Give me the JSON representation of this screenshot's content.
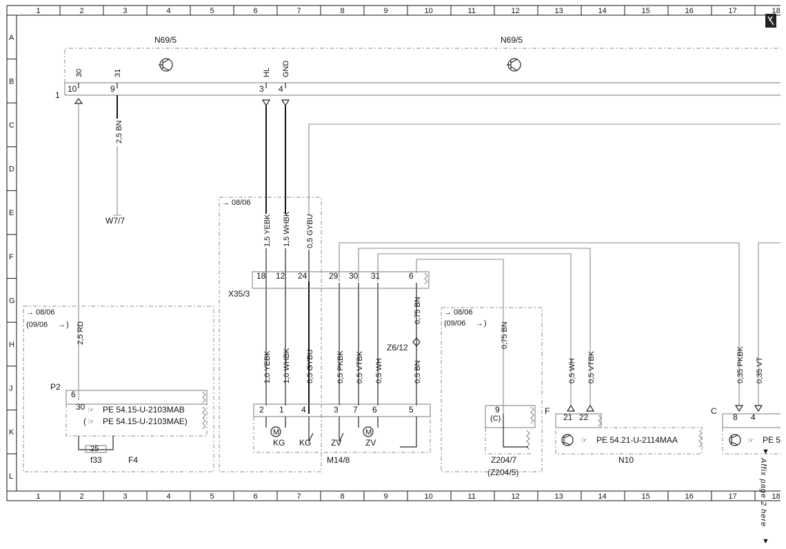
{
  "grid": {
    "columns": [
      "1",
      "2",
      "3",
      "4",
      "5",
      "6",
      "7",
      "8",
      "9",
      "10",
      "11",
      "12",
      "13",
      "14",
      "15",
      "16",
      "17",
      "18"
    ],
    "rows": [
      "A",
      "B",
      "C",
      "D",
      "E",
      "F",
      "G",
      "H",
      "J",
      "K",
      "L"
    ]
  },
  "components": {
    "n69_left": "N69/5",
    "n69_right": "N69/5",
    "line_label": "1",
    "w77": "W7/7",
    "x353": "X35/3",
    "m148": "M14/8",
    "z204": "Z204/7",
    "z204_paren": "(Z204/5)",
    "z612": "Z6/12",
    "n10": "N10",
    "f33": "f33",
    "f33_rating": "25",
    "f4": "F4",
    "p2": "P2",
    "f_label": "F",
    "c_label": "C",
    "kg1": "KG",
    "kg2": "KG",
    "zv1": "ZV",
    "zv2": "ZV",
    "motor_m1": "M",
    "motor_m2": "M",
    "z204_c": "(C)"
  },
  "pins": {
    "n69": {
      "p30": "30",
      "p31": "31",
      "hl": "HL",
      "gnd": "GND",
      "p10": "10",
      "p9": "9",
      "p3": "3",
      "p4": "4"
    },
    "x353": [
      "18",
      "12",
      "24",
      "29",
      "30",
      "31",
      "6"
    ],
    "m148": [
      "2",
      "1",
      "4",
      "3",
      "7",
      "6",
      "5"
    ],
    "p2_pin": "6",
    "p2_pin_b": "30",
    "z204_pin": "9",
    "n10_pins": [
      "21",
      "22"
    ],
    "c_pins": [
      "8",
      "4"
    ]
  },
  "wires": {
    "w_25bn": "2,5 BN",
    "w_25rd": "2,5 RD",
    "w_15yebk": "1,5 YEBK",
    "w_15whbk": "1,5 WHBK",
    "w_05gybu_top": "0,5 GYBU",
    "w_10yebk": "1,0 YEBK",
    "w_10whbk": "1,0 WHBK",
    "w_05gybu_bot": "0,5 GYBU",
    "w_05pkbk": "0,5 PKBK",
    "w_05vtbk": "0,5 VTBK",
    "w_05wh": "0,5 WH",
    "w_075bn_a": "0,75 BN",
    "w_05bn": "0,5 BN",
    "w_075bn_b": "0,75 BN",
    "w_05wh_n10": "0,5 WH",
    "w_05vtbk_n10": "0,5 VTBK",
    "w_035pkbk": "0,35 PKBK",
    "w_035vt": "0,35 VT"
  },
  "notes": {
    "d0806_a": "08/06",
    "d0806_b": "08/06",
    "d0906_b": "(09/06",
    "d0806_c": "08/06",
    "d0906_c": "(09/06",
    "paren_close_b": ")",
    "paren_close_c": ")"
  },
  "references": {
    "pe_2103mab": "PE 54.15-U-2103MAB",
    "pe_2103mae": "PE 54.15-U-2103MAE)",
    "pe_2103mae_open": "(",
    "pe_2114maa": "PE 54.21-U-2114MAA",
    "pe_cut": "PE 5"
  },
  "footer": {
    "affix": "Affix page 2 here"
  }
}
